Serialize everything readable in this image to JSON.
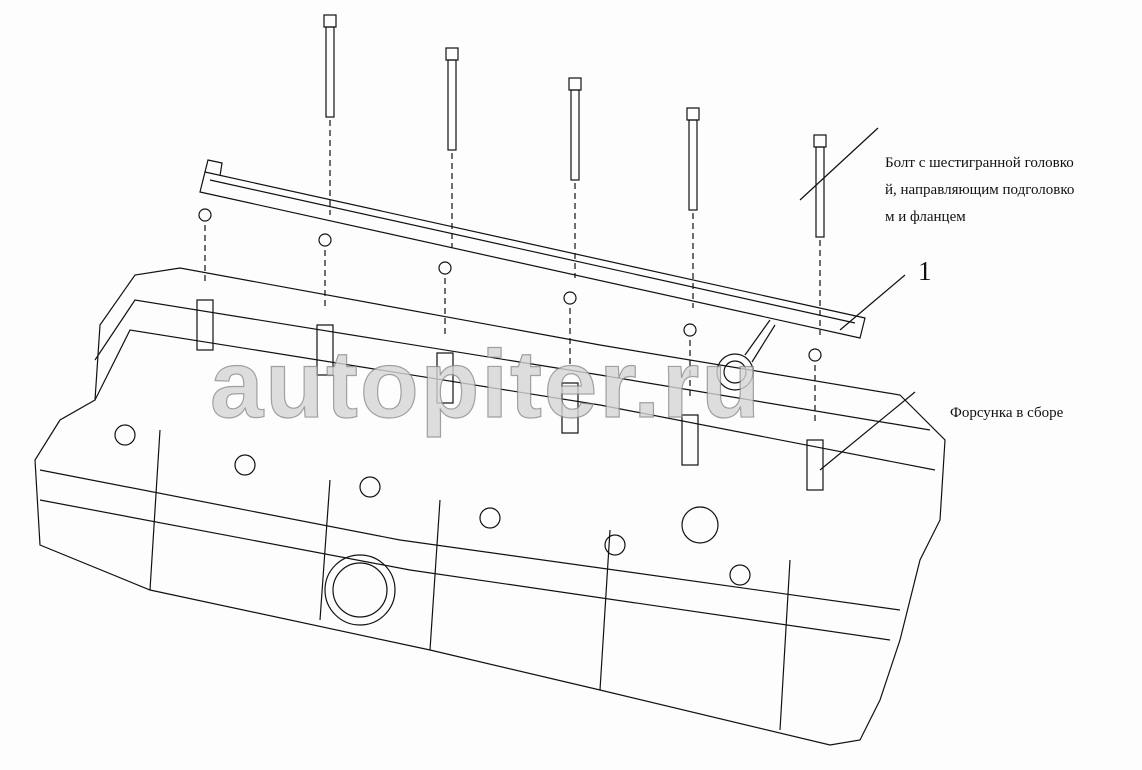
{
  "labels": {
    "bolt_line1": "Болт с шестигранной головко",
    "bolt_line2": "й, направляющим подголовко",
    "bolt_line3": "м и фланцем",
    "callout_number": "1",
    "injector": "Форсунка в сборе"
  },
  "watermark": "autopiter.ru",
  "colors": {
    "line": "#111111",
    "background": "#fcfdfc",
    "watermark": "#9a9a9a"
  }
}
